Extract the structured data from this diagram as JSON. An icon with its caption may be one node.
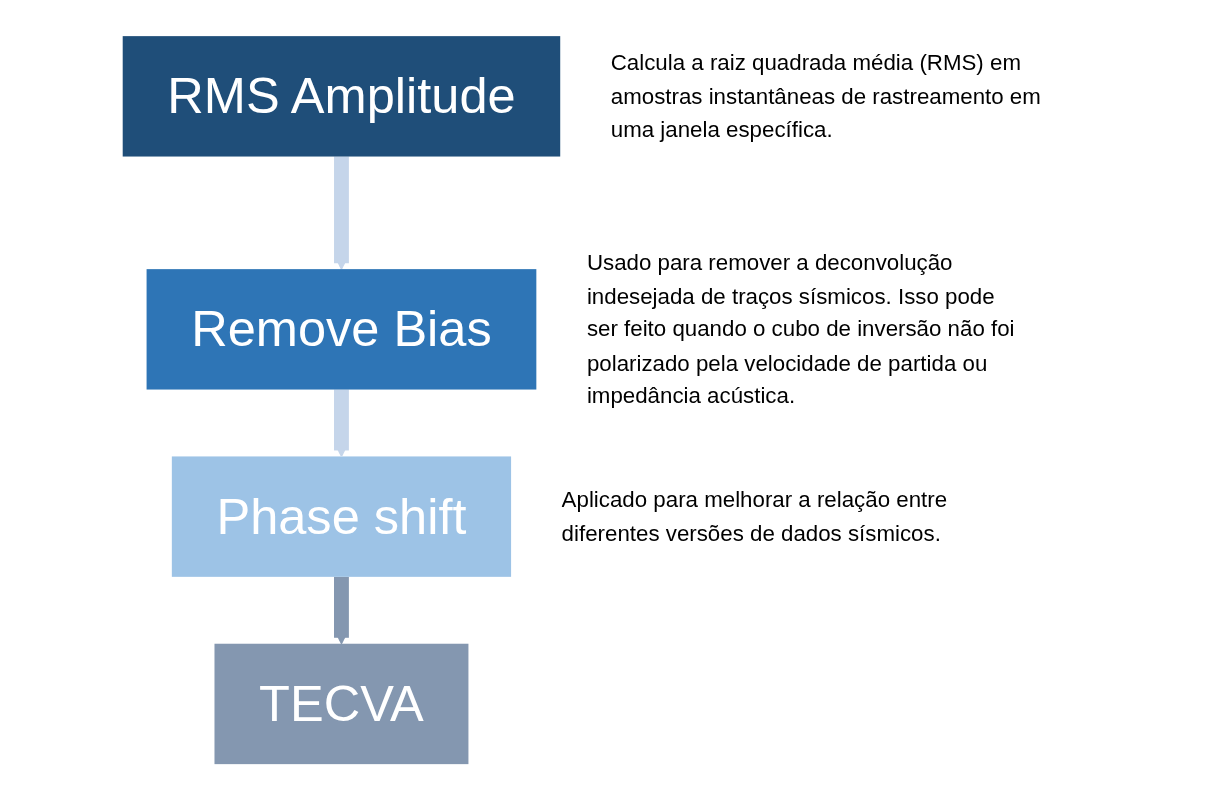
{
  "diagram": {
    "nodes": [
      {
        "text": [
          "RMS Amplitude"
        ],
        "beside": [
          "Calcula a raiz quadrada média (RMS) em amostras instantâneas de rastreamento em uma janela específica."
        ]
      },
      {
        "text": [
          "Remove Bias"
        ],
        "beside": [
          "Usado para remover a deconvolução indesejada de traços sísmicos. Isso pode ser feito quando o cubo de inversão não foi polarizado pela velocidade de partida ou impedância acústica."
        ]
      },
      {
        "text": [
          "Phase shift"
        ],
        "beside": [
          "Aplicado para melhorar a relação entre diferentes versões de dados sísmicos."
        ]
      },
      {
        "text": [
          "TECVA"
        ]
      }
    ],
    "edges": [
      {
        "from": 0,
        "to": 1,
        "arrow": "to"
      },
      {
        "from": 1,
        "to": 2,
        "arrow": "to"
      },
      {
        "from": 2,
        "to": 3,
        "arrow": "to",
        "color": "#8497b0"
      }
    ]
  }
}
